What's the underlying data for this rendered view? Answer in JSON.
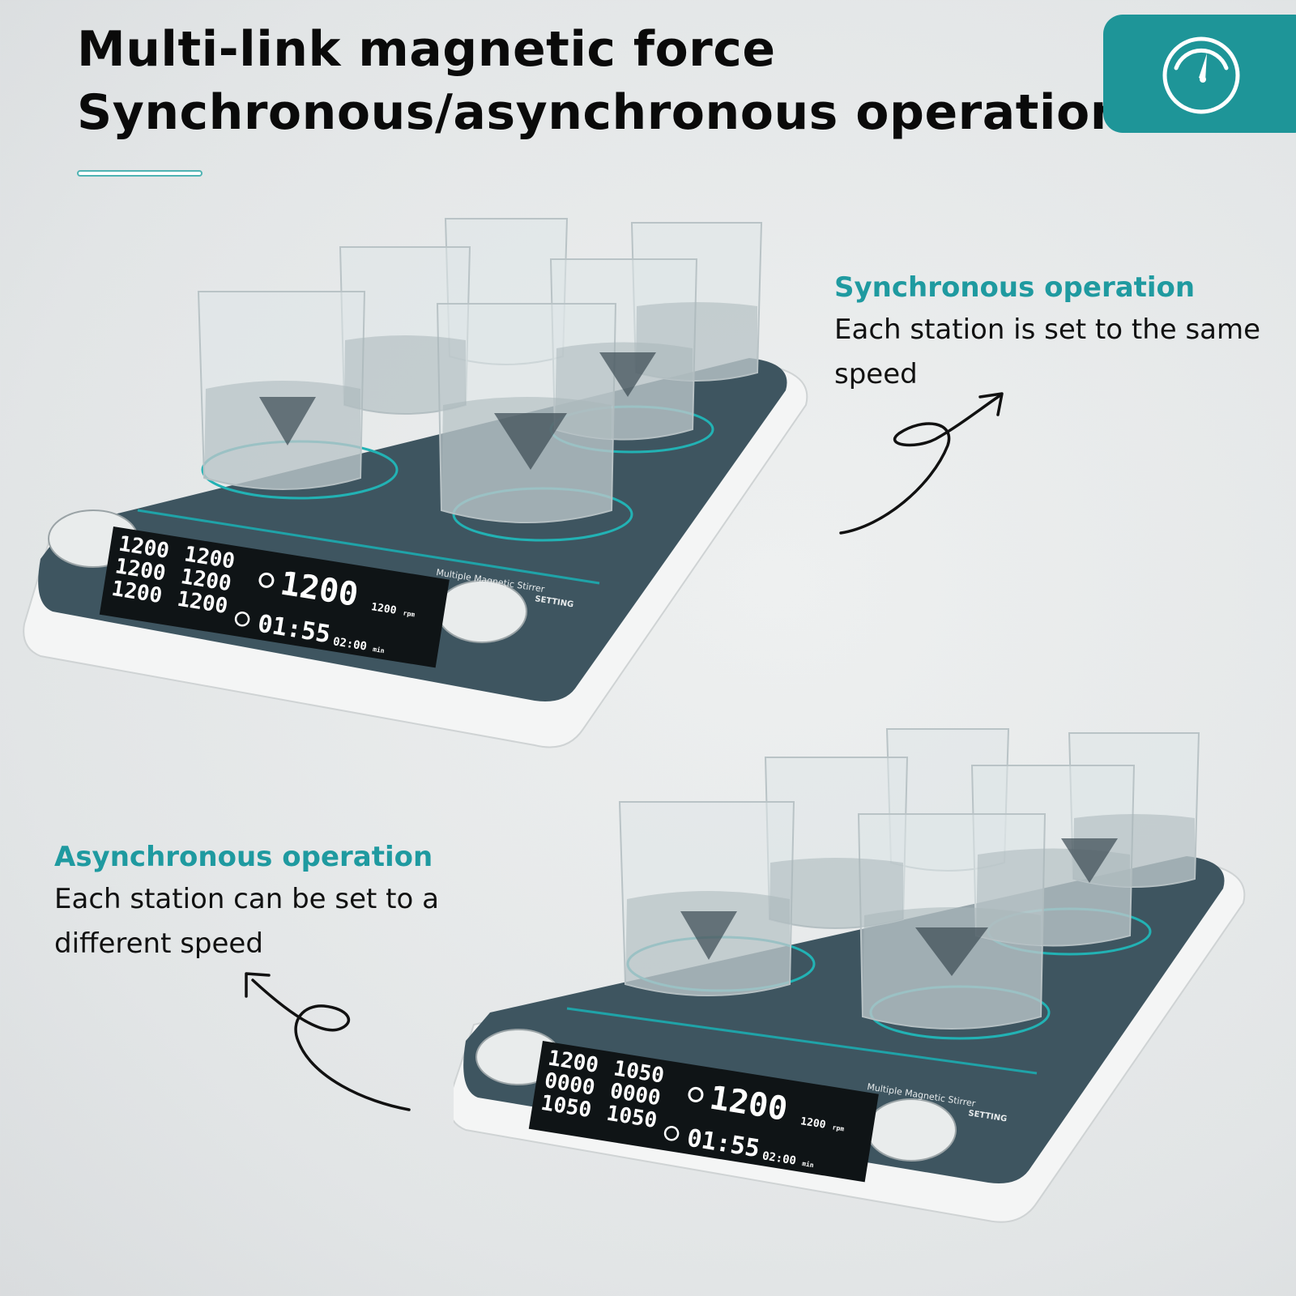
{
  "header": {
    "title_line1": "Multi-link magnetic force",
    "title_line2": "Synchronous/asynchronous operation",
    "badge_icon": "speedometer-icon",
    "accent_color": "#1e9598"
  },
  "sync": {
    "heading": "Synchronous operation",
    "description": "Each station is set to the same speed",
    "arrow_icon": "curved-arrow-icon"
  },
  "async": {
    "heading": "Asynchronous operation",
    "description": "Each station can be set to a different speed",
    "arrow_icon": "curved-arrow-icon"
  },
  "device_top": {
    "label": "Multiple Magnetic Stirrer",
    "setting_label": "SETTING",
    "stations": [
      "1200",
      "1200",
      "1200",
      "1200",
      "1200",
      "1200"
    ],
    "main_speed": "1200",
    "set_speed": "1200",
    "speed_unit": "rpm",
    "timer": "01:55",
    "set_timer": "02:00",
    "timer_unit": "min"
  },
  "device_bottom": {
    "label": "Multiple Magnetic Stirrer",
    "setting_label": "SETTING",
    "stations": [
      "1200",
      "1050",
      "0000",
      "0000",
      "1050",
      "1050"
    ],
    "main_speed": "1200",
    "set_speed": "1200",
    "speed_unit": "rpm",
    "timer": "01:55",
    "set_timer": "02:00",
    "timer_unit": "min"
  }
}
